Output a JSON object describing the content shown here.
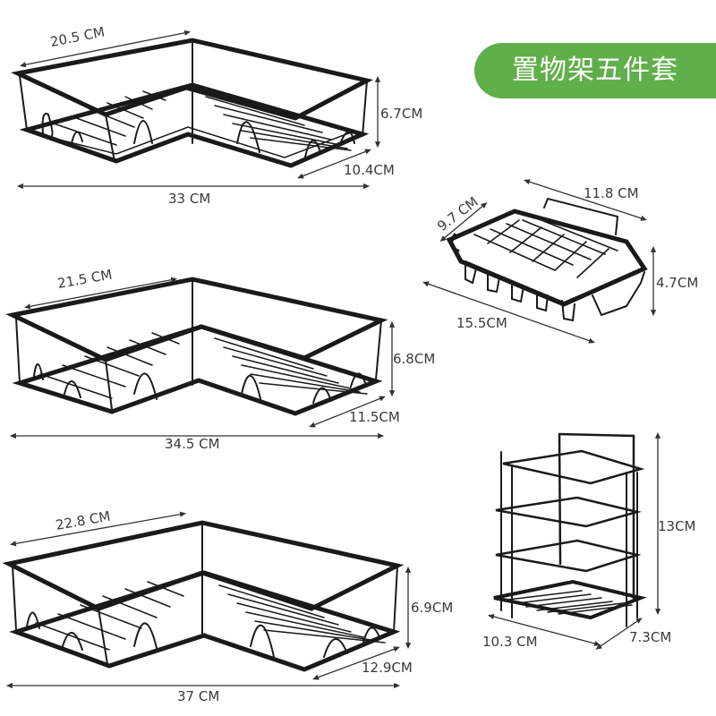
{
  "badge": {
    "text": "置物架五件套",
    "color": "#5faf4a"
  },
  "racks": [
    {
      "kind": "corner-shelf",
      "dims": {
        "side": "20.5 CM",
        "length": "33 CM",
        "height": "6.7CM",
        "depth": "10.4CM"
      }
    },
    {
      "kind": "corner-shelf",
      "dims": {
        "side": "21.5 CM",
        "length": "34.5 CM",
        "height": "6.8CM",
        "depth": "11.5CM"
      }
    },
    {
      "kind": "corner-shelf",
      "dims": {
        "side": "22.8 CM",
        "length": "37 CM",
        "height": "6.9CM",
        "depth": "12.9CM"
      }
    },
    {
      "kind": "soap-basket",
      "dims": {
        "depth": "9.7 CM",
        "width": "11.8 CM",
        "height": "4.7CM",
        "length": "15.5CM"
      }
    },
    {
      "kind": "holder-rack",
      "dims": {
        "height": "13CM",
        "width": "10.3 CM",
        "depth": "7.3CM"
      }
    }
  ]
}
